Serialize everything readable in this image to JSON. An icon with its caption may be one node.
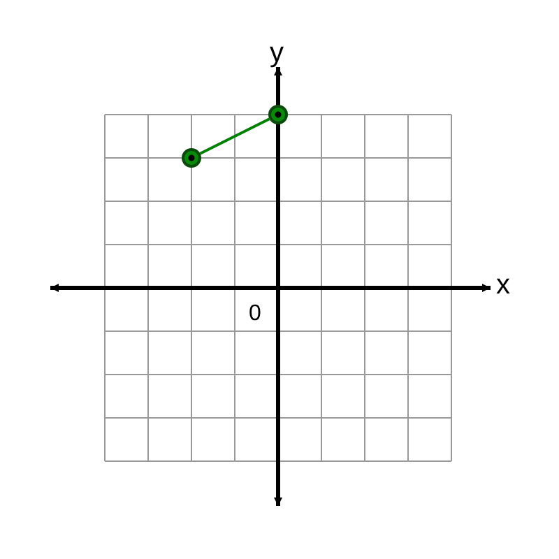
{
  "diagram": {
    "nodes": [
      {
        "text": [],
        "shape": "circle"
      },
      {
        "text": [],
        "shape": "circle"
      }
    ],
    "edges": [
      {
        "from": 0,
        "to": 1,
        "arrow": "none"
      }
    ],
    "labels": [
      "y",
      "x",
      "0"
    ]
  }
}
